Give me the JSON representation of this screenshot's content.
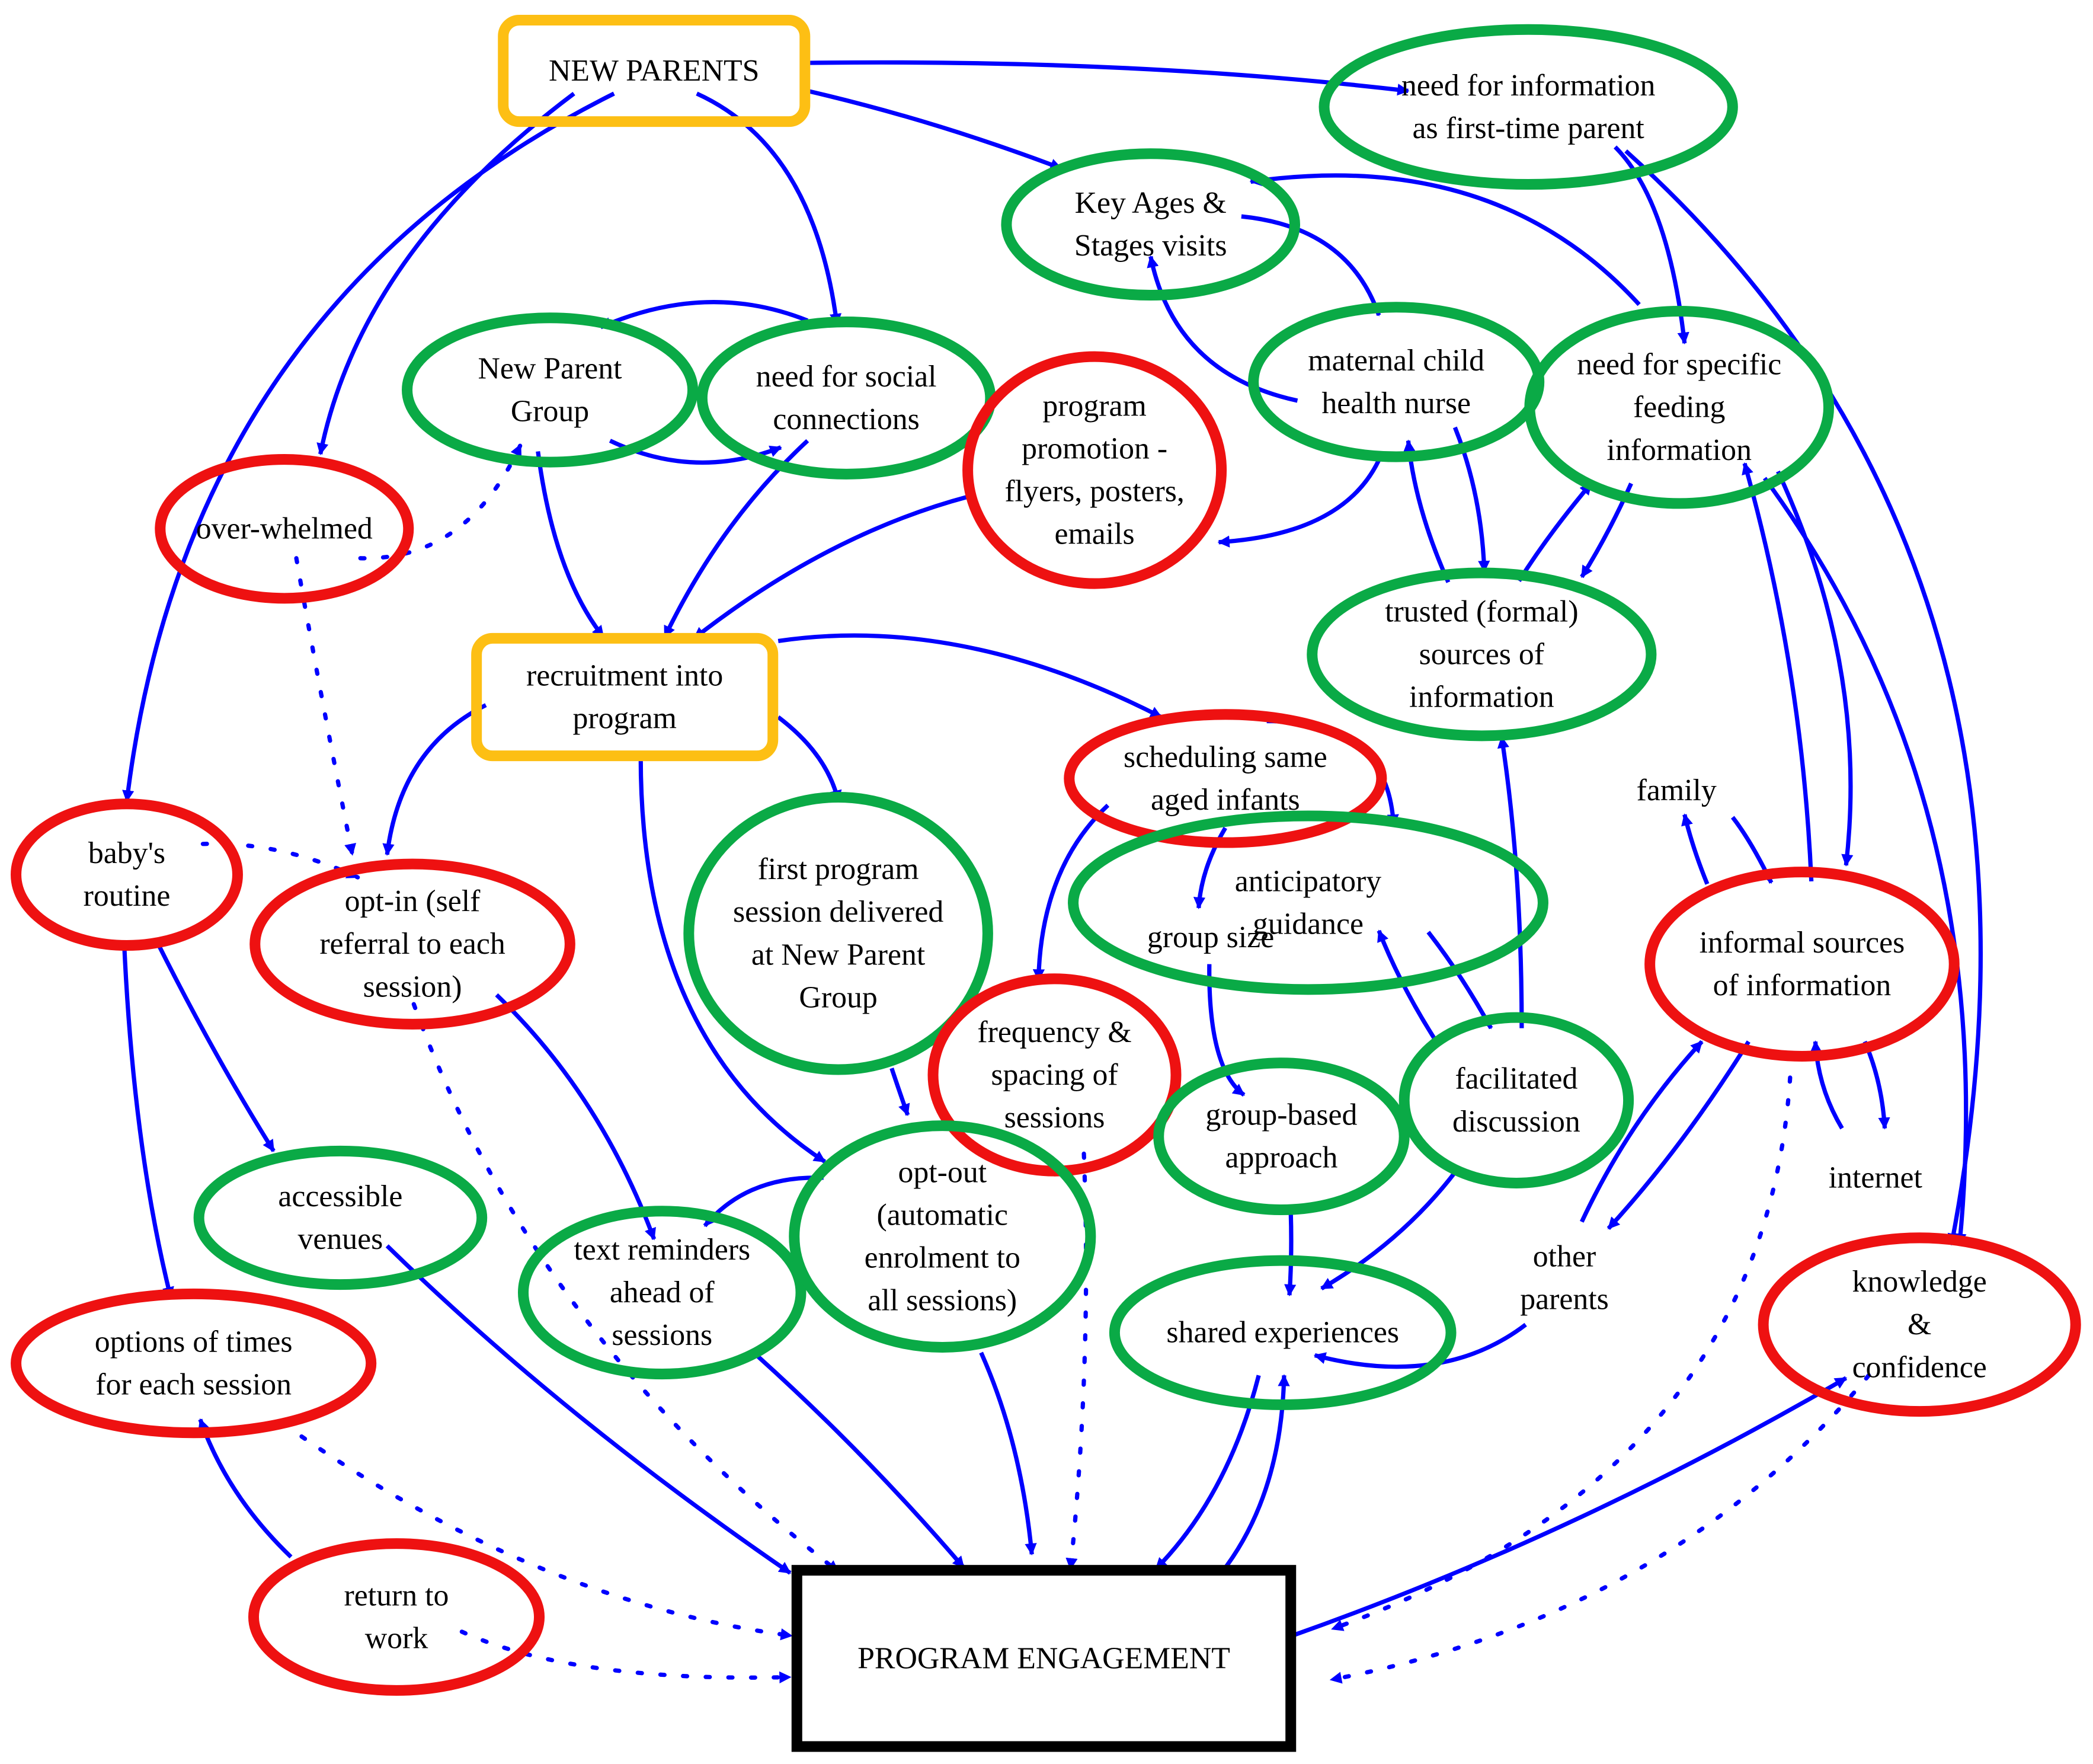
{
  "colors": {
    "edge": "#0000ff",
    "green": "#0aaa46",
    "red": "#ee1111",
    "orange": "#fdbf14",
    "black": "#000000"
  },
  "nodes": [
    {
      "id": "new_parents",
      "shape": "roundrect",
      "color": "orange",
      "lines": [
        "NEW PARENTS"
      ]
    },
    {
      "id": "need_info_first_time",
      "shape": "ellipse",
      "color": "green",
      "lines": [
        "need for information",
        "as first-time parent"
      ]
    },
    {
      "id": "key_ages",
      "shape": "ellipse",
      "color": "green",
      "lines": [
        "Key Ages &",
        "Stages visits"
      ]
    },
    {
      "id": "new_parent_group",
      "shape": "ellipse",
      "color": "green",
      "lines": [
        "New Parent",
        "Group"
      ]
    },
    {
      "id": "need_social",
      "shape": "ellipse",
      "color": "green",
      "lines": [
        "need for social",
        "connections"
      ]
    },
    {
      "id": "maternal_nurse",
      "shape": "ellipse",
      "color": "green",
      "lines": [
        "maternal child",
        "health nurse"
      ]
    },
    {
      "id": "need_feeding",
      "shape": "ellipse",
      "color": "green",
      "lines": [
        "need for specific",
        "feeding",
        "information"
      ]
    },
    {
      "id": "program_promotion",
      "shape": "ellipse",
      "color": "red",
      "lines": [
        "program",
        "promotion -",
        "flyers, posters,",
        "emails"
      ]
    },
    {
      "id": "overwhelmed",
      "shape": "ellipse",
      "color": "red",
      "lines": [
        "over-whelmed"
      ]
    },
    {
      "id": "recruitment",
      "shape": "roundrect",
      "color": "orange",
      "lines": [
        "recruitment into",
        "program"
      ]
    },
    {
      "id": "trusted_sources",
      "shape": "ellipse",
      "color": "green",
      "lines": [
        "trusted (formal)",
        "sources of",
        "information"
      ]
    },
    {
      "id": "scheduling",
      "shape": "ellipse",
      "color": "red",
      "lines": [
        "scheduling same",
        "aged infants"
      ]
    },
    {
      "id": "babys_routine",
      "shape": "ellipse",
      "color": "red",
      "lines": [
        "baby's",
        "routine"
      ]
    },
    {
      "id": "opt_in",
      "shape": "ellipse",
      "color": "red",
      "lines": [
        "opt-in (self",
        "referral to each",
        "session)"
      ]
    },
    {
      "id": "first_session",
      "shape": "ellipse",
      "color": "green",
      "lines": [
        "first program",
        "session delivered",
        "at New Parent",
        "Group"
      ]
    },
    {
      "id": "anticipatory",
      "shape": "ellipse",
      "color": "green",
      "lines": [
        "anticipatory",
        "guidance"
      ]
    },
    {
      "id": "group_size",
      "shape": "plain",
      "color": "black",
      "lines": [
        "group size"
      ]
    },
    {
      "id": "family",
      "shape": "plain",
      "color": "black",
      "lines": [
        "family"
      ]
    },
    {
      "id": "informal_sources",
      "shape": "ellipse",
      "color": "red",
      "lines": [
        "informal sources",
        "of information"
      ]
    },
    {
      "id": "frequency",
      "shape": "ellipse",
      "color": "red",
      "lines": [
        "frequency &",
        "spacing of",
        "sessions"
      ]
    },
    {
      "id": "facilitated",
      "shape": "ellipse",
      "color": "green",
      "lines": [
        "facilitated",
        "discussion"
      ]
    },
    {
      "id": "group_based",
      "shape": "ellipse",
      "color": "green",
      "lines": [
        "group-based",
        "approach"
      ]
    },
    {
      "id": "internet",
      "shape": "plain",
      "color": "black",
      "lines": [
        "internet"
      ]
    },
    {
      "id": "accessible_venues",
      "shape": "ellipse",
      "color": "green",
      "lines": [
        "accessible",
        "venues"
      ]
    },
    {
      "id": "text_reminders",
      "shape": "ellipse",
      "color": "green",
      "lines": [
        "text reminders",
        "ahead of",
        "sessions"
      ]
    },
    {
      "id": "opt_out",
      "shape": "ellipse",
      "color": "green",
      "lines": [
        "opt-out",
        "(automatic",
        "enrolment to",
        "all sessions)"
      ]
    },
    {
      "id": "other_parents",
      "shape": "plain",
      "color": "black",
      "lines": [
        "other",
        "parents"
      ]
    },
    {
      "id": "shared_experiences",
      "shape": "ellipse",
      "color": "green",
      "lines": [
        "shared experiences"
      ]
    },
    {
      "id": "knowledge",
      "shape": "ellipse",
      "color": "red",
      "lines": [
        "knowledge",
        "&",
        "confidence"
      ]
    },
    {
      "id": "options_times",
      "shape": "ellipse",
      "color": "red",
      "lines": [
        "options of times",
        "for each session"
      ]
    },
    {
      "id": "return_to_work",
      "shape": "ellipse",
      "color": "red",
      "lines": [
        "return to",
        "work"
      ]
    },
    {
      "id": "program_engagement",
      "shape": "rect",
      "color": "black",
      "lines": [
        "PROGRAM ENGAGEMENT"
      ]
    }
  ],
  "edges": [
    {
      "from": "new_parents",
      "to": "need_info_first_time",
      "style": "solid"
    },
    {
      "from": "new_parents",
      "to": "key_ages",
      "style": "solid"
    },
    {
      "from": "new_parents",
      "to": "need_social",
      "style": "solid"
    },
    {
      "from": "new_parents",
      "to": "overwhelmed",
      "style": "solid"
    },
    {
      "from": "new_parents",
      "to": "babys_routine",
      "style": "solid"
    },
    {
      "from": "need_info_first_time",
      "to": "need_feeding",
      "style": "solid"
    },
    {
      "from": "need_info_first_time",
      "to": "knowledge",
      "style": "solid"
    },
    {
      "from": "need_feeding",
      "to": "key_ages",
      "style": "solid"
    },
    {
      "from": "key_ages",
      "to": "maternal_nurse",
      "style": "solid"
    },
    {
      "from": "maternal_nurse",
      "to": "key_ages",
      "style": "solid"
    },
    {
      "from": "maternal_nurse",
      "to": "program_promotion",
      "style": "solid"
    },
    {
      "from": "maternal_nurse",
      "to": "trusted_sources",
      "style": "solid"
    },
    {
      "from": "trusted_sources",
      "to": "maternal_nurse",
      "style": "solid"
    },
    {
      "from": "need_social",
      "to": "new_parent_group",
      "style": "solid"
    },
    {
      "from": "new_parent_group",
      "to": "need_social",
      "style": "solid"
    },
    {
      "from": "new_parent_group",
      "to": "recruitment",
      "style": "solid"
    },
    {
      "from": "need_social",
      "to": "recruitment",
      "style": "solid"
    },
    {
      "from": "program_promotion",
      "to": "recruitment",
      "style": "solid"
    },
    {
      "from": "overwhelmed",
      "to": "new_parent_group",
      "style": "dotted"
    },
    {
      "from": "overwhelmed",
      "to": "opt_in",
      "style": "dotted"
    },
    {
      "from": "need_feeding",
      "to": "trusted_sources",
      "style": "solid"
    },
    {
      "from": "trusted_sources",
      "to": "need_feeding",
      "style": "solid"
    },
    {
      "from": "need_feeding",
      "to": "informal_sources",
      "style": "solid"
    },
    {
      "from": "informal_sources",
      "to": "need_feeding",
      "style": "solid"
    },
    {
      "from": "need_feeding",
      "to": "knowledge",
      "style": "solid"
    },
    {
      "from": "recruitment",
      "to": "scheduling",
      "style": "solid"
    },
    {
      "from": "recruitment",
      "to": "opt_in",
      "style": "solid"
    },
    {
      "from": "recruitment",
      "to": "first_session",
      "style": "solid"
    },
    {
      "from": "recruitment",
      "to": "opt_out",
      "style": "solid"
    },
    {
      "from": "scheduling",
      "to": "anticipatory",
      "style": "solid"
    },
    {
      "from": "scheduling",
      "to": "group_size",
      "style": "solid"
    },
    {
      "from": "scheduling",
      "to": "frequency",
      "style": "solid"
    },
    {
      "from": "anticipatory",
      "to": "facilitated",
      "style": "solid"
    },
    {
      "from": "facilitated",
      "to": "anticipatory",
      "style": "solid"
    },
    {
      "from": "facilitated",
      "to": "trusted_sources",
      "style": "solid"
    },
    {
      "from": "facilitated",
      "to": "shared_experiences",
      "style": "solid"
    },
    {
      "from": "group_size",
      "to": "group_based",
      "style": "solid"
    },
    {
      "from": "group_based",
      "to": "shared_experiences",
      "style": "solid"
    },
    {
      "from": "informal_sources",
      "to": "family",
      "style": "solid"
    },
    {
      "from": "family",
      "to": "informal_sources",
      "style": "solid"
    },
    {
      "from": "informal_sources",
      "to": "internet",
      "style": "solid"
    },
    {
      "from": "internet",
      "to": "informal_sources",
      "style": "solid"
    },
    {
      "from": "informal_sources",
      "to": "other_parents",
      "style": "solid"
    },
    {
      "from": "other_parents",
      "to": "informal_sources",
      "style": "solid"
    },
    {
      "from": "other_parents",
      "to": "shared_experiences",
      "style": "solid"
    },
    {
      "from": "informal_sources",
      "to": "program_engagement",
      "style": "dotted"
    },
    {
      "from": "babys_routine",
      "to": "opt_in",
      "style": "dotted"
    },
    {
      "from": "babys_routine",
      "to": "accessible_venues",
      "style": "solid"
    },
    {
      "from": "babys_routine",
      "to": "options_times",
      "style": "solid"
    },
    {
      "from": "opt_in",
      "to": "text_reminders",
      "style": "solid"
    },
    {
      "from": "opt_in",
      "to": "program_engagement",
      "style": "dotted"
    },
    {
      "from": "opt_out",
      "to": "text_reminders",
      "style": "solid"
    },
    {
      "from": "opt_out",
      "to": "program_engagement",
      "style": "solid"
    },
    {
      "from": "first_session",
      "to": "opt_out",
      "style": "solid"
    },
    {
      "from": "frequency",
      "to": "program_engagement",
      "style": "dotted"
    },
    {
      "from": "accessible_venues",
      "to": "program_engagement",
      "style": "solid"
    },
    {
      "from": "text_reminders",
      "to": "program_engagement",
      "style": "solid"
    },
    {
      "from": "shared_experiences",
      "to": "program_engagement",
      "style": "solid"
    },
    {
      "from": "program_engagement",
      "to": "shared_experiences",
      "style": "solid"
    },
    {
      "from": "knowledge",
      "to": "program_engagement",
      "style": "dotted"
    },
    {
      "from": "program_engagement",
      "to": "knowledge",
      "style": "solid"
    },
    {
      "from": "options_times",
      "to": "program_engagement",
      "style": "dotted"
    },
    {
      "from": "return_to_work",
      "to": "options_times",
      "style": "solid"
    },
    {
      "from": "return_to_work",
      "to": "program_engagement",
      "style": "dotted"
    }
  ]
}
